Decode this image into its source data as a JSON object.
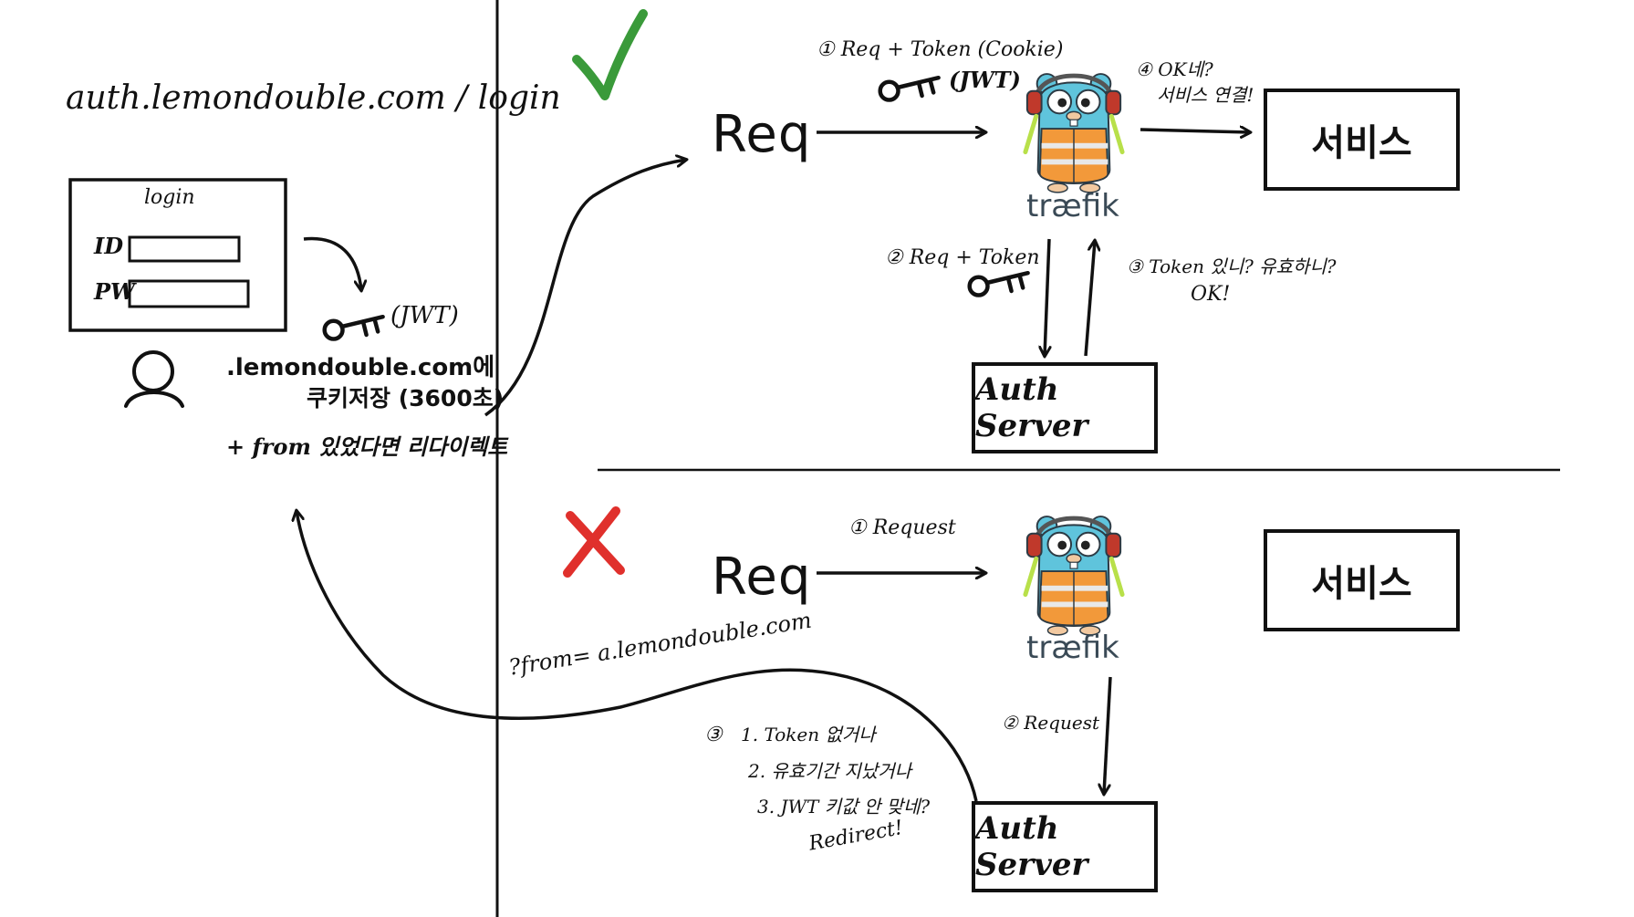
{
  "login_panel": {
    "url": "auth.lemondouble.com / login",
    "form_title": "login",
    "id_label": "ID",
    "pw_label": "PW",
    "token_label": "(JWT)",
    "cookie_line1": ".lemondouble.com에",
    "cookie_line2": "쿠키저장 (3600초)",
    "redirect_note": "+ from 있었다면 리다이렉트"
  },
  "success_flow": {
    "req_label": "Req",
    "step1": "① Req + Token (Cookie)",
    "step1_token": "(JWT)",
    "step2": "② Req + Token",
    "step3_line1": "③ Token 있니? 유효하니?",
    "step3_line2": "OK!",
    "step4_line1": "④ OK네?",
    "step4_line2": "서비스 연결!",
    "service_label": "서비스",
    "auth_label": "Auth Server",
    "traefik_label": "træfik"
  },
  "fail_flow": {
    "req_label": "Req",
    "step1": "① Request",
    "step2": "② Request",
    "step3_items": [
      "1. Token 없거나",
      "2. 유효기간 지났거나",
      "3. JWT 키값 안 맞네?"
    ],
    "step3_marker": "③",
    "step3_result": "Redirect!",
    "query_label": "?from= a.lemondouble.com",
    "service_label": "서비스",
    "auth_label": "Auth Server",
    "traefik_label": "træfik"
  },
  "colors": {
    "check": "#3a9a3a",
    "cross": "#e0302c",
    "traefik_text": "#3a4a56",
    "gopher_blue": "#5fc4dc",
    "vest_orange": "#f2993a"
  }
}
